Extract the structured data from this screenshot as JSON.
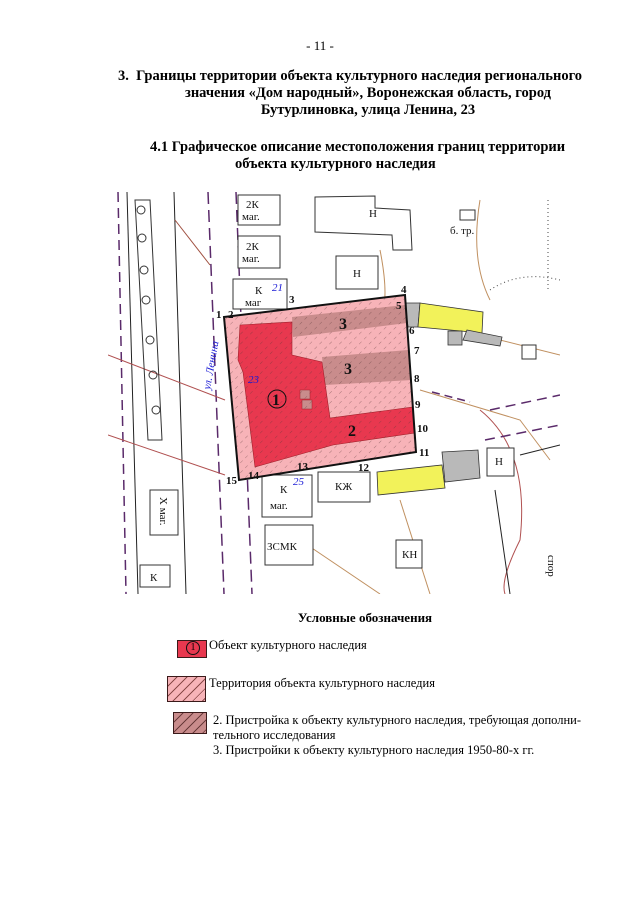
{
  "page_number": "- 11 -",
  "section_heading": {
    "number": "3.",
    "line1": "Границы территории объекта культурного наследия регионального",
    "line2": "значения «Дом народный», Воронежская область, город",
    "line3": "Бутурлиновка, улица Ленина, 23"
  },
  "subsection_heading": {
    "line1": "4.1 Графическое описание местоположения границ территории",
    "line2": "объекта культурного наследия"
  },
  "map": {
    "street_label": "ул. Ленина",
    "building_labels": [
      "2К",
      "маг.",
      "2К",
      "маг.",
      "Н",
      "б. тр.",
      "Н",
      "К",
      "маг",
      "Н",
      "КЖ",
      "К",
      "маг.",
      "КН",
      "ЗСМК",
      "К",
      "Х маг.",
      "спор"
    ],
    "house_numbers": [
      "21",
      "23",
      "25"
    ],
    "zone_labels": [
      "1",
      "2",
      "3",
      "3"
    ],
    "point_labels": [
      "1",
      "2",
      "3",
      "4",
      "5",
      "6",
      "7",
      "8",
      "9",
      "10",
      "11",
      "12",
      "13",
      "14",
      "15"
    ],
    "colors": {
      "object": "#e8384f",
      "territory": "#f7b3b8",
      "annex": "#c98c8c",
      "yellow": "#f2f25a",
      "gray": "#b9b9b9",
      "street_blue": "#1a1ad6"
    }
  },
  "legend": {
    "title": "Условные обозначения",
    "items": [
      {
        "symbol": "1",
        "label": "Объект культурного наследия"
      },
      {
        "label": "Территория объекта культурного наследия"
      },
      {
        "label_line1": "2. Пристройка к объекту культурного наследия, требующая дополни-",
        "label_line2": "тельного исследования",
        "label_line3": "3. Пристройки к объекту культурного наследия 1950-80-х гг."
      }
    ]
  }
}
